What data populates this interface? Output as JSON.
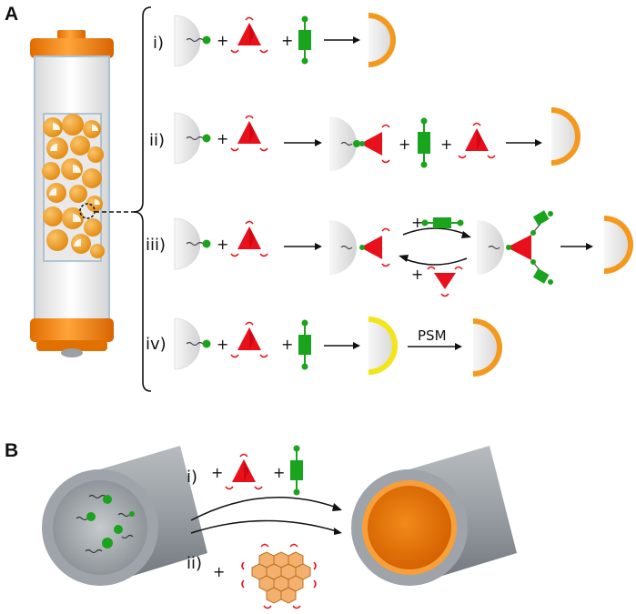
{
  "panel_a": {
    "letter": "A",
    "rows": [
      {
        "label": "i)"
      },
      {
        "label": "ii)"
      },
      {
        "label": "iii)"
      },
      {
        "label": "iv)"
      }
    ],
    "plus": "+",
    "psm_label": "PSM"
  },
  "panel_b": {
    "letter": "B",
    "route_1_label": "i)",
    "route_2_label": "ii)",
    "plus": "+"
  },
  "colors": {
    "orange": "#f39a1e",
    "red": "#e8101b",
    "green": "#1aa31d",
    "yellow": "#f2e51a",
    "grey": "#bfc3c6"
  }
}
